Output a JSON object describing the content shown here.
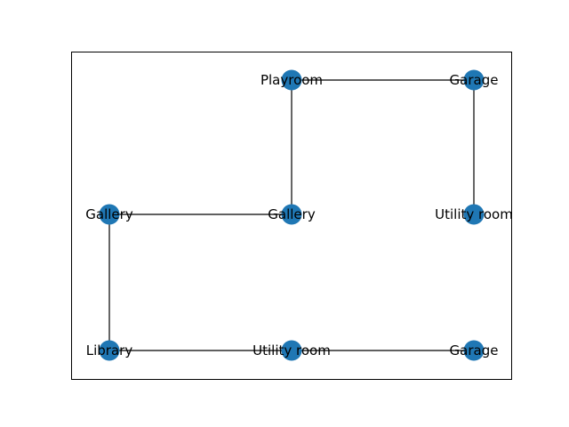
{
  "diagram": {
    "type": "graph",
    "node_color": "#1f77b4",
    "edge_color": "#000000",
    "frame_color": "#000000",
    "nodes": [
      {
        "id": "n1",
        "label": "Playroom"
      },
      {
        "id": "n2",
        "label": "Garage"
      },
      {
        "id": "n3",
        "label": "Gallery"
      },
      {
        "id": "n4",
        "label": "Gallery"
      },
      {
        "id": "n5",
        "label": "Utility room"
      },
      {
        "id": "n6",
        "label": "Library"
      },
      {
        "id": "n7",
        "label": "Utility room"
      },
      {
        "id": "n8",
        "label": "Garage"
      }
    ],
    "edges": [
      {
        "source": "n1",
        "target": "n2"
      },
      {
        "source": "n1",
        "target": "n4"
      },
      {
        "source": "n2",
        "target": "n5"
      },
      {
        "source": "n3",
        "target": "n4"
      },
      {
        "source": "n3",
        "target": "n6"
      },
      {
        "source": "n6",
        "target": "n7"
      },
      {
        "source": "n7",
        "target": "n8"
      }
    ]
  }
}
